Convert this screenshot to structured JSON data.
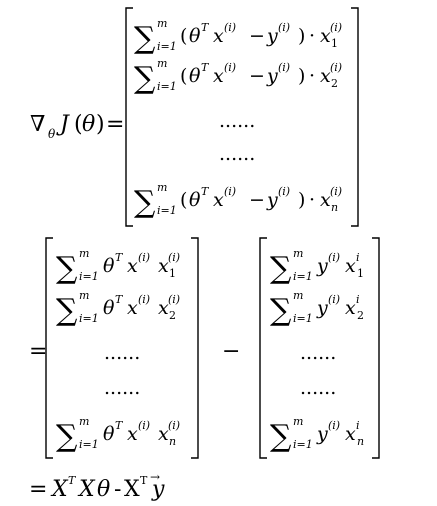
{
  "equation": {
    "lhs": {
      "nabla": "∇",
      "theta_sub": "θ",
      "J": "J",
      "open_paren": "(",
      "theta": "θ",
      "close_paren": ")",
      "equals": "="
    },
    "block1": {
      "rows": [
        {
          "type": "sum",
          "n": "m",
          "idx": "i=1",
          "x_sub": "1"
        },
        {
          "type": "sum",
          "n": "m",
          "idx": "i=1",
          "x_sub": "2"
        },
        {
          "type": "dots",
          "text": "......"
        },
        {
          "type": "dots",
          "text": "......"
        },
        {
          "type": "sum",
          "n": "m",
          "idx": "i=1",
          "x_sub": "n"
        }
      ],
      "term": {
        "lparen": "(",
        "theta": "θ",
        "T": "T",
        "x": "x",
        "sup_i": "(i)",
        "minus": "−",
        "y": "y",
        "rparen": ")",
        "cdot": "·",
        "x2": "x"
      }
    },
    "block2": {
      "equals": "=",
      "minus": "−",
      "left_rows": [
        {
          "type": "sum",
          "x_sub": "1"
        },
        {
          "type": "sum",
          "x_sub": "2"
        },
        {
          "type": "dots",
          "text": "......"
        },
        {
          "type": "dots",
          "text": "......"
        },
        {
          "type": "sum",
          "x_sub": "n"
        }
      ],
      "right_rows": [
        {
          "type": "sum",
          "x_sub": "1"
        },
        {
          "type": "sum",
          "x_sub": "2"
        },
        {
          "type": "dots",
          "text": "......"
        },
        {
          "type": "dots",
          "text": "......"
        },
        {
          "type": "sum",
          "x_sub": "n"
        }
      ],
      "x_sup_right": "i"
    },
    "final": {
      "equals": "=",
      "X": "X",
      "T": "T",
      "theta": "θ",
      "dash": "-",
      "XT_T": "T",
      "y": "y",
      "arrow": "→"
    }
  }
}
